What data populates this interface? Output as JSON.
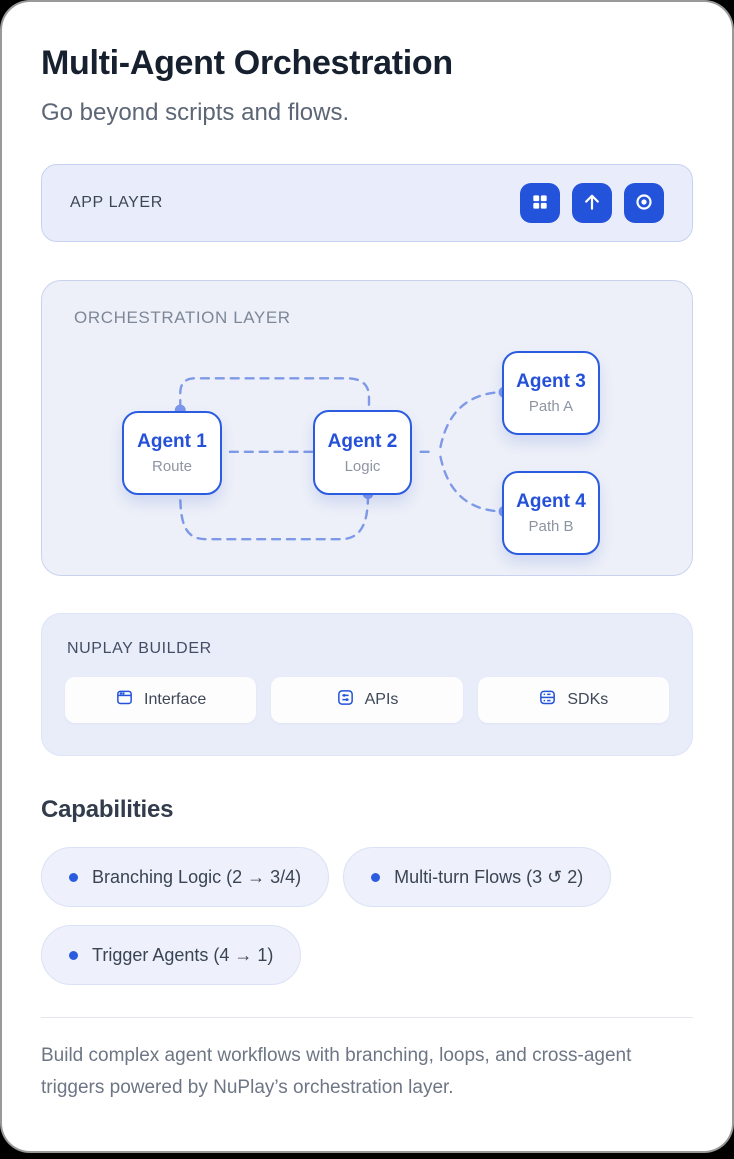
{
  "header": {
    "title": "Multi-Agent Orchestration",
    "subtitle": "Go beyond scripts and flows."
  },
  "app_layer": {
    "label": "APP LAYER",
    "icons": [
      "grid-icon",
      "arrow-up-icon",
      "target-icon"
    ]
  },
  "orchestration": {
    "label": "ORCHESTRATION LAYER",
    "agents": [
      {
        "name": "Agent 1",
        "role": "Route"
      },
      {
        "name": "Agent 2",
        "role": "Logic"
      },
      {
        "name": "Agent 3",
        "role": "Path A"
      },
      {
        "name": "Agent 4",
        "role": "Path B"
      }
    ]
  },
  "builder": {
    "label": "NUPLAY BUILDER",
    "buttons": [
      {
        "label": "Interface",
        "icon": "browser-window-icon"
      },
      {
        "label": "APIs",
        "icon": "sliders-icon"
      },
      {
        "label": "SDKs",
        "icon": "server-icon"
      }
    ]
  },
  "capabilities": {
    "title": "Capabilities",
    "items": [
      "Branching Logic (2 → 3/4)",
      "Multi-turn Flows (3 ↺ 2)",
      "Trigger Agents (4 → 1)"
    ]
  },
  "footer": {
    "text": "Build complex agent workflows with branching, loops, and cross-agent triggers powered by NuPlay’s orchestration layer."
  },
  "colors": {
    "accent_blue": "#2453db",
    "node_border_blue": "#2b5ce0",
    "wire_blue": "#7e99e8",
    "panel_lavender": "#e9edfb",
    "panel_gray": "#edf0f8",
    "text_dark": "#16202e",
    "text_gray": "#6e7685"
  }
}
